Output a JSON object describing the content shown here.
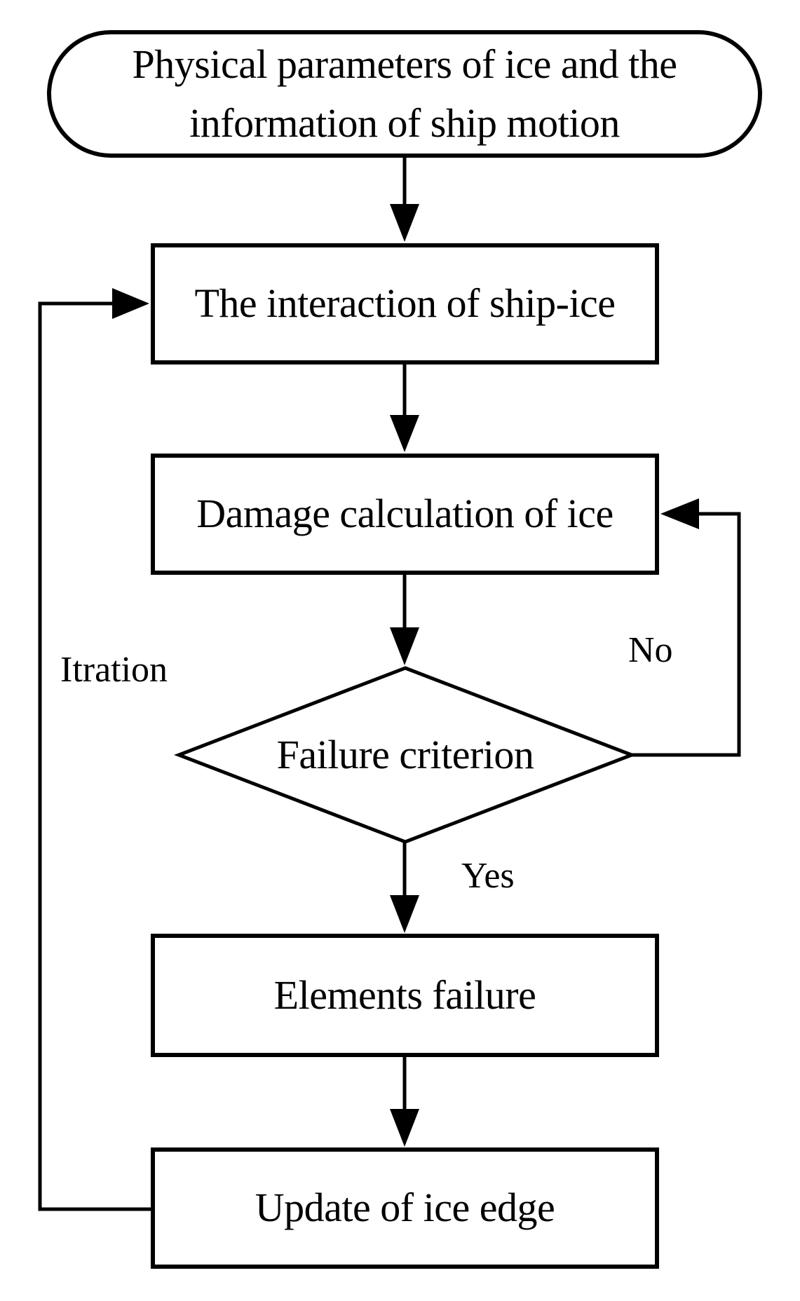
{
  "nodes": {
    "start": {
      "shape": "stadium",
      "line1": "Physical parameters of ice and the",
      "line2": "information of ship motion"
    },
    "interaction": {
      "shape": "rect",
      "label": "The interaction of ship-ice"
    },
    "damage": {
      "shape": "rect",
      "label": "Damage calculation of ice"
    },
    "decision": {
      "shape": "diamond",
      "label": "Failure criterion"
    },
    "elements": {
      "shape": "rect",
      "label": "Elements failure"
    },
    "update": {
      "shape": "rect",
      "label": "Update of ice edge"
    }
  },
  "edges": {
    "no_label": "No",
    "yes_label": "Yes",
    "iteration_label": "Itration"
  },
  "colors": {
    "line": "#000000",
    "text": "#000000",
    "background": "#ffffff"
  }
}
